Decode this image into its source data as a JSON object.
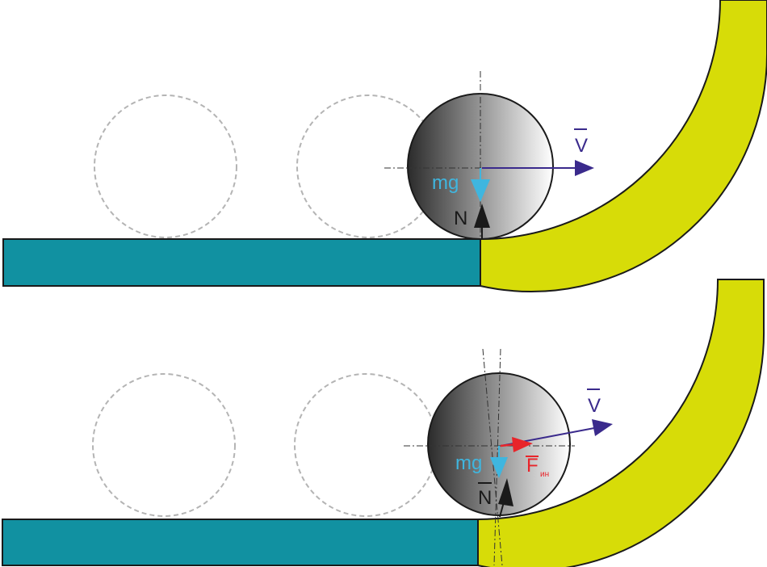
{
  "colors": {
    "floor": "#1191a1",
    "ramp": "#d7dc08",
    "ball_dark": "#2b2b2b",
    "ball_light": "#ffffff",
    "ghost": "#b4b4b4",
    "velocity": "#3a2a8c",
    "gravity": "#3fb6df",
    "normal": "#1a1a1a",
    "inertial": "#e8242a"
  },
  "top_panel": {
    "gravity_label": "mg",
    "normal_label": "N",
    "velocity_label": "V"
  },
  "bottom_panel": {
    "gravity_label": "mg",
    "normal_label": "N",
    "velocity_label": "V",
    "inertial_label": "F",
    "inertial_subscript": "ин"
  }
}
